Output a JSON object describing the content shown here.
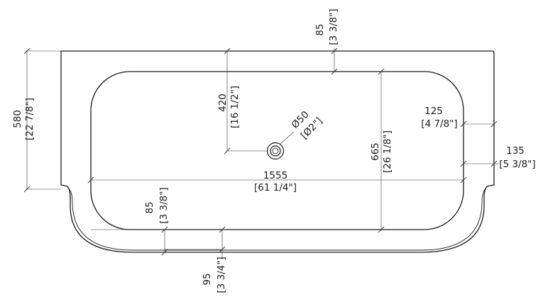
{
  "dimensions": {
    "overall_depth": {
      "metric": "580",
      "imperial": "[22 7/8\"]"
    },
    "rim_back": {
      "metric": "85",
      "imperial": "[3 3/8\"]"
    },
    "drain_offset": {
      "metric": "420",
      "imperial": "[16 1/2\"]"
    },
    "drain_diameter": {
      "metric": "Ø50",
      "imperial": "[Ø2\"]"
    },
    "basin_width": {
      "metric": "665",
      "imperial": "[26 1/8\"]"
    },
    "rim_side": {
      "metric": "125",
      "imperial": "[4 7/8\"]"
    },
    "side_step": {
      "metric": "135",
      "imperial": "[5 3/8\"]"
    },
    "basin_length": {
      "metric": "1555",
      "imperial": "[61 1/4\"]"
    },
    "rim_front": {
      "metric": "85",
      "imperial": "[3 3/8\"]"
    },
    "front_bulge": {
      "metric": "95",
      "imperial": "[3 3/4\"]"
    }
  }
}
